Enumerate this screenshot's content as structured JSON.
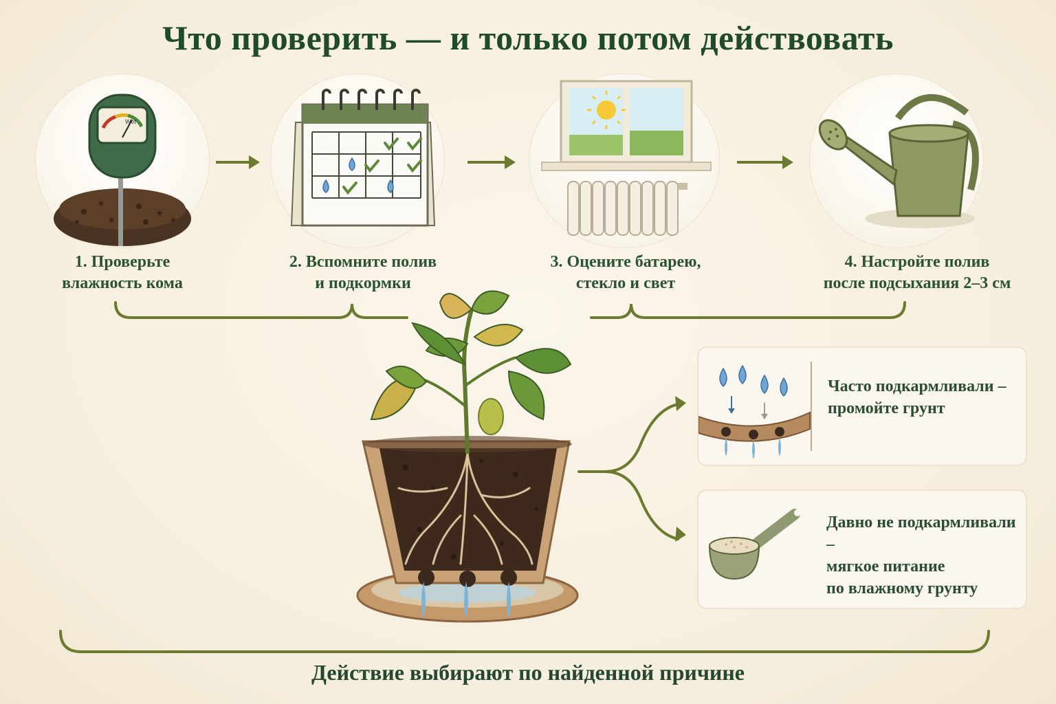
{
  "title": "Что проверить — и только потом действовать",
  "steps": [
    {
      "line1": "1. Проверьте",
      "line2": "влажность кома",
      "icon": "soil-moisture-meter-icon"
    },
    {
      "line1": "2. Вспомните полив",
      "line2": "и подкормки",
      "icon": "calendar-icon"
    },
    {
      "line1": "3. Оцените батарею,",
      "line2": "стекло и свет",
      "icon": "window-radiator-icon"
    },
    {
      "line1": "4. Настройте полив",
      "line2": "после подсыхания 2–3 см",
      "icon": "watering-can-icon"
    }
  ],
  "options": [
    {
      "line1": "Часто подкармливали –",
      "line2": "промойте грунт",
      "line3": "",
      "icon": "flushing-soil-icon"
    },
    {
      "line1": "Давно не подкармливали –",
      "line2": "мягкое питание",
      "line3": "по влажному грунту",
      "icon": "fertilizer-scoop-icon"
    }
  ],
  "meter_text": "Wet",
  "footer": "Действие выбирают по найденной причине",
  "colors": {
    "title": "#1f4a2c",
    "arrow": "#6b7a2f",
    "accent": "#5d8a3a"
  }
}
